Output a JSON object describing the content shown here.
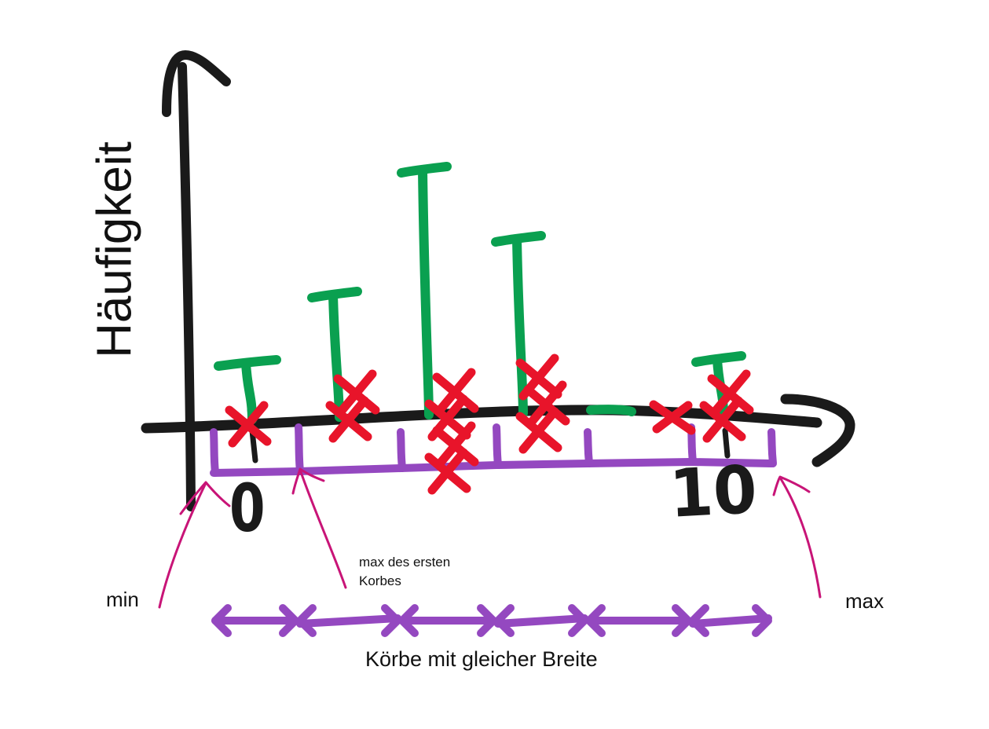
{
  "y_axis_label": "Häufigkeit",
  "tick_labels": [
    "0",
    "10"
  ],
  "annotations": {
    "min": "min",
    "max": "max",
    "first_bin_max": "max des ersten Korbes",
    "bins": "Körbe mit gleicher Breite"
  },
  "colors": {
    "axis": "#1a1a1a",
    "bars": "#0aa050",
    "marks": "#e8142a",
    "bins": "#9448c0",
    "arrows": "#c81477"
  },
  "chart_data": {
    "type": "bar",
    "ylabel": "Häufigkeit",
    "xlabel": "",
    "x_range": [
      0,
      10
    ],
    "bin_count": 6,
    "bars": [
      {
        "bin": 1,
        "height": 0.12
      },
      {
        "bin": 2,
        "height": 0.26
      },
      {
        "bin": 3,
        "height": 0.52
      },
      {
        "bin": 4,
        "height": 0.37
      },
      {
        "bin": 5,
        "height": 0.04
      },
      {
        "bin": 6,
        "height": 0.12
      }
    ],
    "data_marks": [
      {
        "bin": 1,
        "count": 1
      },
      {
        "bin": 2,
        "count": 2
      },
      {
        "bin": 3,
        "count": 4
      },
      {
        "bin": 4,
        "count": 3
      },
      {
        "bin": 6,
        "count": 2
      }
    ],
    "grid": false,
    "legend": "none"
  }
}
